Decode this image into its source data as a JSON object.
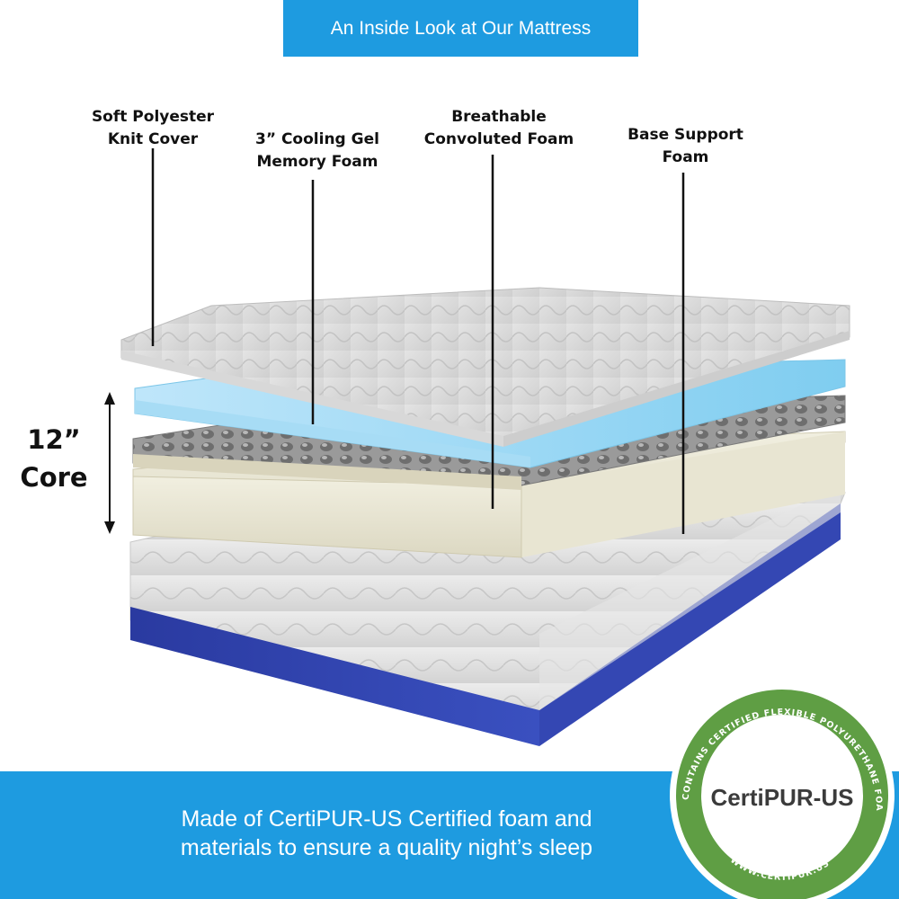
{
  "header": {
    "title": "An Inside Look at Our Mattress"
  },
  "layers": [
    {
      "line1": "Soft Polyester",
      "line2": "Knit Cover"
    },
    {
      "line1": "3” Cooling Gel",
      "line2": "Memory Foam"
    },
    {
      "line1": "Breathable",
      "line2": "Convoluted Foam"
    },
    {
      "line1": "Base Support",
      "line2": "Foam"
    }
  ],
  "core": {
    "line1": "12”",
    "line2": "Core"
  },
  "footer": {
    "line1": "Made of CertiPUR-US Certified foam and",
    "line2": "materials to ensure a quality night’s sleep"
  },
  "badge": {
    "name": "CertiPUR-US",
    "ring_text_top": "CONTAINS CERTIFIED FLEXIBLE POLYURETHANE FOAM",
    "ring_text_bottom": "WWW.CERTIPUR.US"
  },
  "colors": {
    "accent_blue": "#1e9be0",
    "gel_blue": "#8fd3f2",
    "base_navy": "#2d3fa8",
    "badge_green": "#6aa84f"
  }
}
